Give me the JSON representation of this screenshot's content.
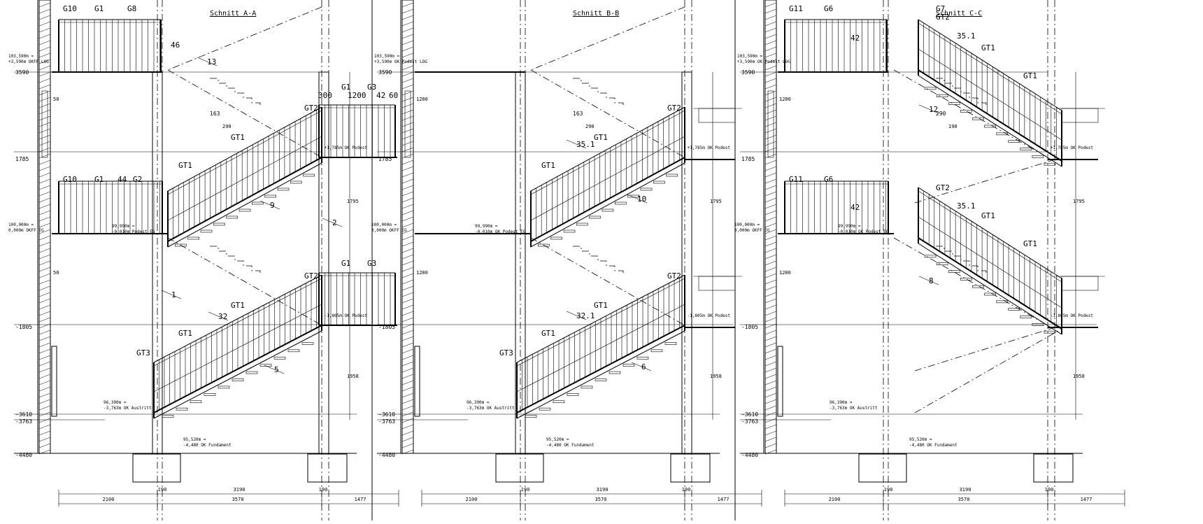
{
  "panels": [
    {
      "id": "a",
      "title": "Schnitt A-A",
      "elev_labels": [
        "3590",
        "1785",
        "-1805",
        "-3610",
        "-3763",
        "-4480"
      ],
      "top_landing_note": [
        "103,590m =",
        "+3,590m OKFF LOG"
      ],
      "mid_landing_note": [
        "100,000m =",
        "0,000m OKFF EG"
      ],
      "top_callouts": [
        "G10",
        "G1",
        "G8"
      ],
      "top_pointer": "46",
      "upper_flight_labels": [
        "GT2",
        "GT1",
        "GT1"
      ],
      "upper_landing_labels": [
        "G1",
        "G3"
      ],
      "upper_dims": [
        "300",
        "1200",
        "42",
        "60"
      ],
      "mid_rail_labels": [
        "G10",
        "G1",
        "44",
        "G2"
      ],
      "mid_value": [
        "99,990m =",
        "-0,010m Podest EG"
      ],
      "lower_flight_labels": [
        "GT2",
        "GT1",
        "GT1",
        "GT3"
      ],
      "lower_landing_labels": [
        "G1",
        "G3"
      ],
      "pointers": [
        "13",
        "9",
        "2",
        "1",
        "32",
        "5"
      ],
      "landing_notes": [
        "+1,785m OK Podest",
        "-1,805m OK Podest"
      ],
      "bottom_notes": [
        "96,390m =",
        "-3,763m OK Austritt"
      ],
      "foundation_note": [
        "95,520m =",
        "-4,480 OK Fundament"
      ],
      "dims_bottom": [
        "2100",
        "3570",
        "1477"
      ],
      "dims_bottom2": [
        "190",
        "3190",
        "190"
      ],
      "side_dims": [
        "1795",
        "1958"
      ],
      "small_dims": [
        "163",
        "290",
        "50",
        "50"
      ]
    },
    {
      "id": "b",
      "title": "Schnitt B-B",
      "elev_labels": [
        "3590",
        "1785",
        "-1805",
        "-3610",
        "-3763",
        "-4480"
      ],
      "top_landing_note": [
        "103,590m =",
        "+3,590m OK Podest LOG"
      ],
      "mid_landing_note": [
        "100,000m =",
        "0,000m OKFF EG"
      ],
      "upper_flight_labels": [
        "GT2",
        "GT1",
        "GT1"
      ],
      "mid_value": [
        "99,990m =",
        "-0,010m OK Podest EG"
      ],
      "lower_flight_labels": [
        "GT2",
        "GT1",
        "GT1",
        "GT3"
      ],
      "pointers": [
        "35.1",
        "10",
        "32.1",
        "6"
      ],
      "landing_notes": [
        "+1,785m OK Podest",
        "-1,805m OK Podest"
      ],
      "bottom_notes": [
        "96,390m =",
        "-3,763m OK Austritt"
      ],
      "foundation_note": [
        "95,520m =",
        "-4,480 OK Fundament"
      ],
      "dims_bottom": [
        "2100",
        "3570",
        "1477"
      ],
      "dims_bottom2": [
        "190",
        "3190",
        "190"
      ],
      "side_dims": [
        "1795",
        "1958"
      ],
      "small_dims": [
        "163",
        "290",
        "1200",
        "1200"
      ]
    },
    {
      "id": "c",
      "title": "Schnitt C-C",
      "elev_labels": [
        "3590",
        "1785",
        "-1805",
        "-3610",
        "-3763",
        "-4480"
      ],
      "top_landing_note": [
        "103,590m =",
        "+3,590m OK Podest LOG"
      ],
      "mid_landing_note": [
        "100,000m =",
        "0,000m OKFF EG"
      ],
      "top_callouts": [
        "G11",
        "G6",
        "G7"
      ],
      "top_pointer": "42",
      "upper_flight_labels": [
        "GT2",
        "35.1",
        "GT1",
        "GT1"
      ],
      "mid_rail_labels": [
        "G11",
        "G6",
        "42"
      ],
      "mid_value": [
        "99,990m =",
        "-0,010m OK Podest EG"
      ],
      "lower_flight_labels": [
        "GT2",
        "35.1",
        "GT1",
        "GT1"
      ],
      "pointers": [
        "12",
        "8"
      ],
      "landing_notes": [
        "+1,785m OK Podest",
        "-1,805m OK Podest"
      ],
      "bottom_notes": [
        "96,390m =",
        "-3,763m OK Austritt"
      ],
      "foundation_note": [
        "95,520m =",
        "-4,480 OK Fundament"
      ],
      "dims_bottom": [
        "2100",
        "3570",
        "1477"
      ],
      "dims_bottom2": [
        "190",
        "3190",
        "190"
      ],
      "side_dims": [
        "1795",
        "1958"
      ],
      "small_dims": [
        "290",
        "190",
        "1200",
        "1200"
      ]
    }
  ]
}
